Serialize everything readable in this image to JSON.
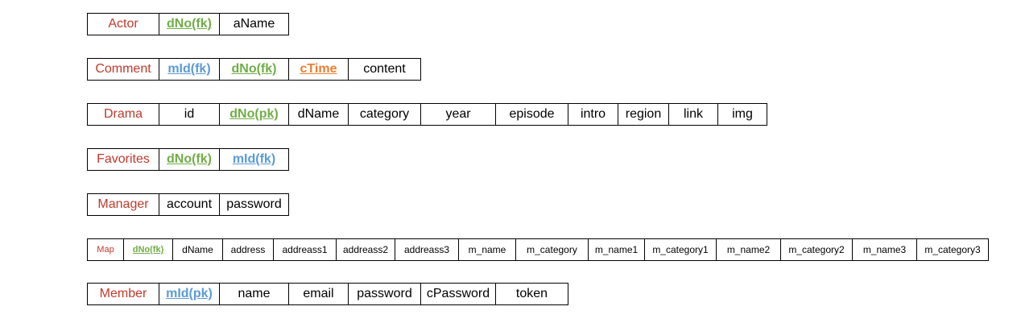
{
  "tables": {
    "actor": {
      "name": "Actor",
      "fields": [
        "dNo(fk)",
        "aName"
      ]
    },
    "comment": {
      "name": "Comment",
      "fields": [
        "mId(fk)",
        "dNo(fk)",
        "cTime",
        "content"
      ]
    },
    "drama": {
      "name": "Drama",
      "fields": [
        "id",
        "dNo(pk)",
        "dName",
        "category",
        "year",
        "episode",
        "intro",
        "region",
        "link",
        "img"
      ]
    },
    "favorites": {
      "name": "Favorites",
      "fields": [
        "dNo(fk)",
        "mId(fk)"
      ]
    },
    "manager": {
      "name": "Manager",
      "fields": [
        "account",
        "password"
      ]
    },
    "map": {
      "name": "Map",
      "fields": [
        "dNo(fk)",
        "dName",
        "address",
        "addreass1",
        "addreass2",
        "addreass3",
        "m_name",
        "m_category",
        "m_name1",
        "m_category1",
        "m_name2",
        "m_category2",
        "m_name3",
        "m_category3"
      ]
    },
    "member": {
      "name": "Member",
      "fields": [
        "mId(pk)",
        "name",
        "email",
        "password",
        "cPassword",
        "token"
      ]
    }
  },
  "colors": {
    "table_name": "#c0392b",
    "dNo_key": "#70ad47",
    "mId_key": "#5b9bd5",
    "cTime_key": "#ed7d31"
  }
}
